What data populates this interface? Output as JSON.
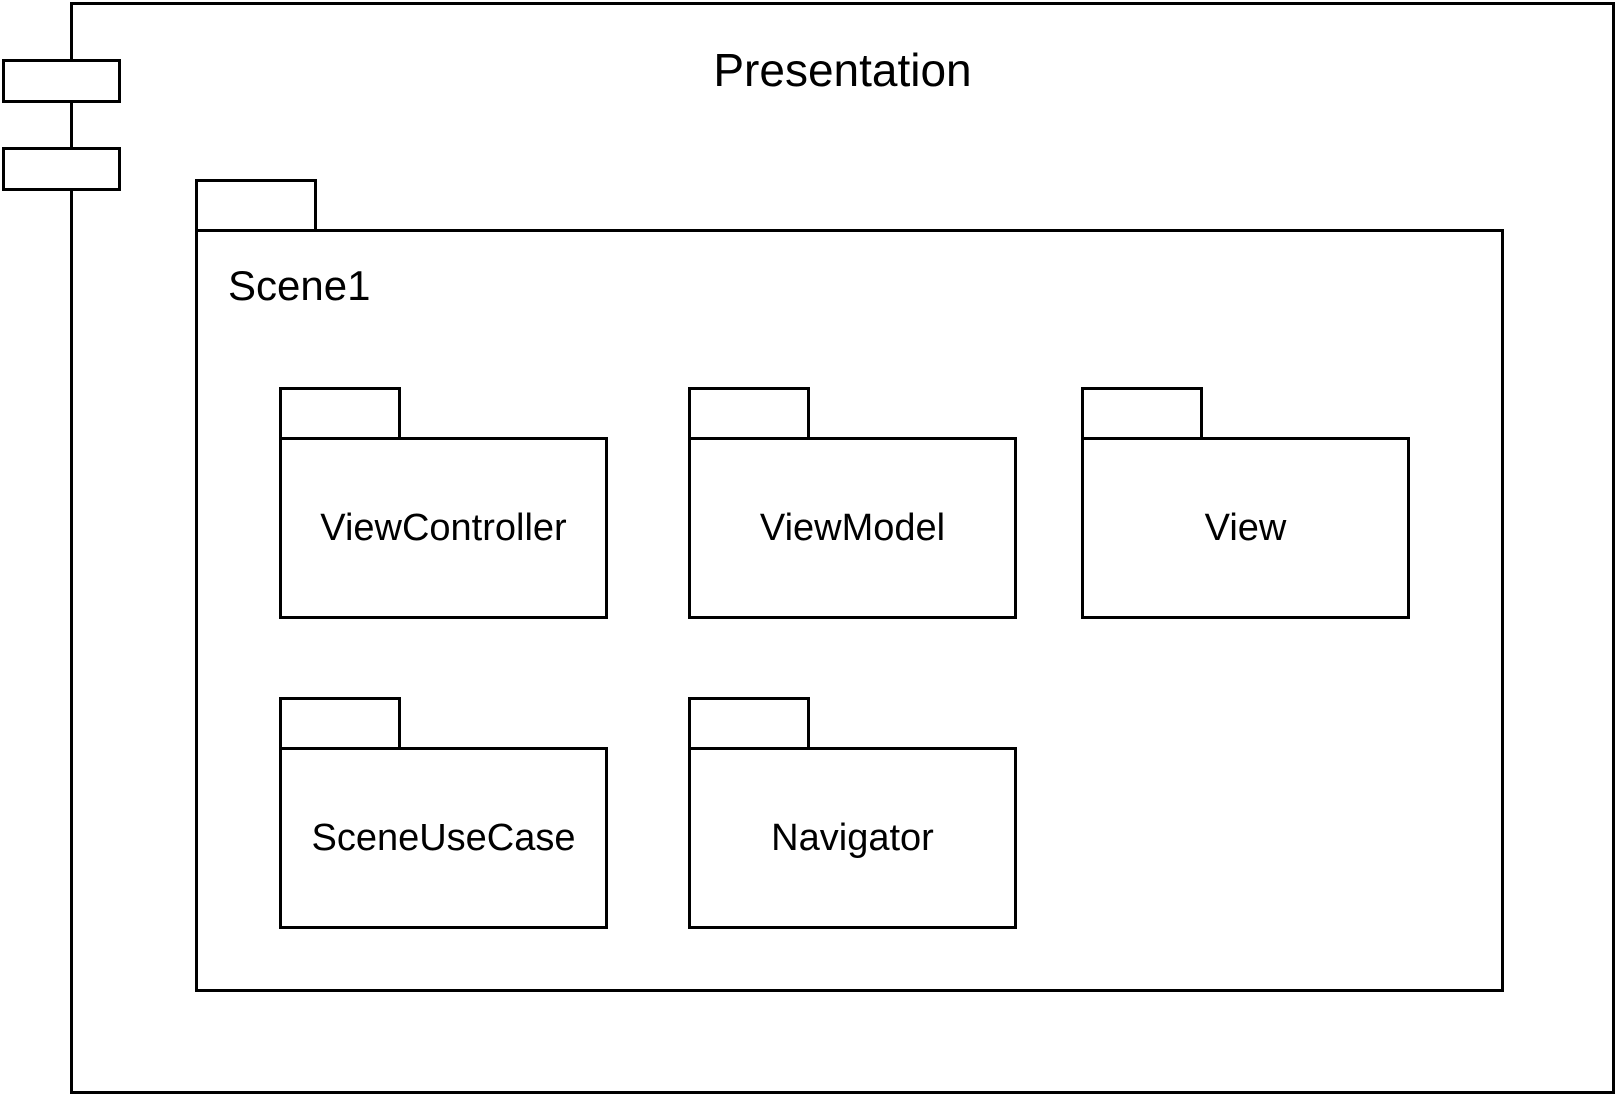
{
  "component": {
    "title": "Presentation",
    "ports": [
      "port-upper",
      "port-lower"
    ]
  },
  "scene_package": {
    "label": "Scene1",
    "packages": [
      {
        "label": "ViewController"
      },
      {
        "label": "ViewModel"
      },
      {
        "label": "View"
      },
      {
        "label": "SceneUseCase"
      },
      {
        "label": "Navigator"
      }
    ]
  }
}
